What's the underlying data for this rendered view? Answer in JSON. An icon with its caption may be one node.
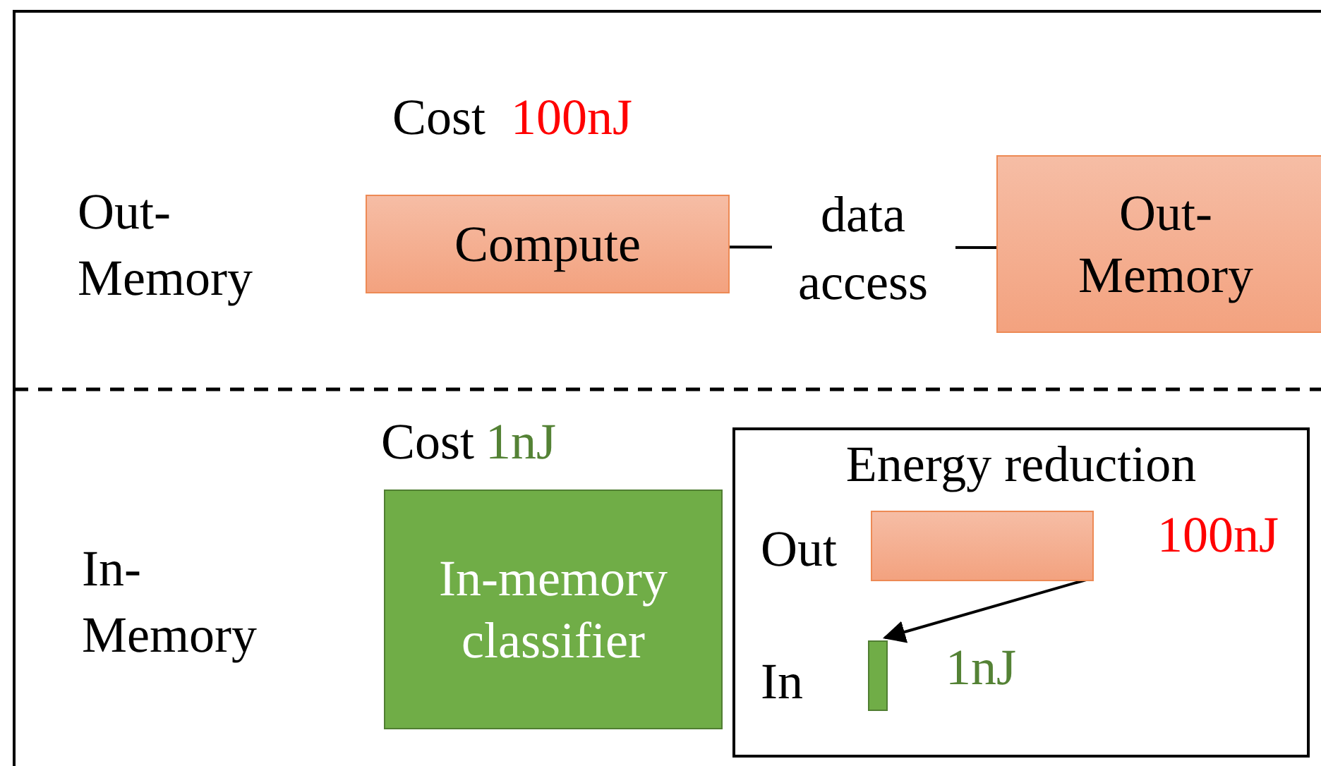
{
  "diagram": {
    "nodes": [
      {
        "text": [
          "Compute"
        ]
      },
      {
        "text": [
          "Out- Memory"
        ]
      },
      {
        "text": [
          "In-memory classifier"
        ]
      },
      {
        "text": [
          "Energy reduction"
        ]
      },
      {
        "text": [],
        "shape": "bar",
        "in": 3,
        "beside": [
          "Out",
          "100nJ"
        ]
      },
      {
        "text": [],
        "shape": "bar",
        "in": 3,
        "beside": [
          "In",
          "1nJ"
        ]
      }
    ],
    "edges": [
      {
        "from": 0,
        "to": 1,
        "arrow": "none",
        "label": "data access"
      },
      {
        "from": 4,
        "to": 5,
        "arrow": "to"
      }
    ],
    "labels": [
      "Out- Memory",
      "Cost",
      "100nJ",
      "In- Memory",
      "Cost",
      "1nJ"
    ]
  }
}
